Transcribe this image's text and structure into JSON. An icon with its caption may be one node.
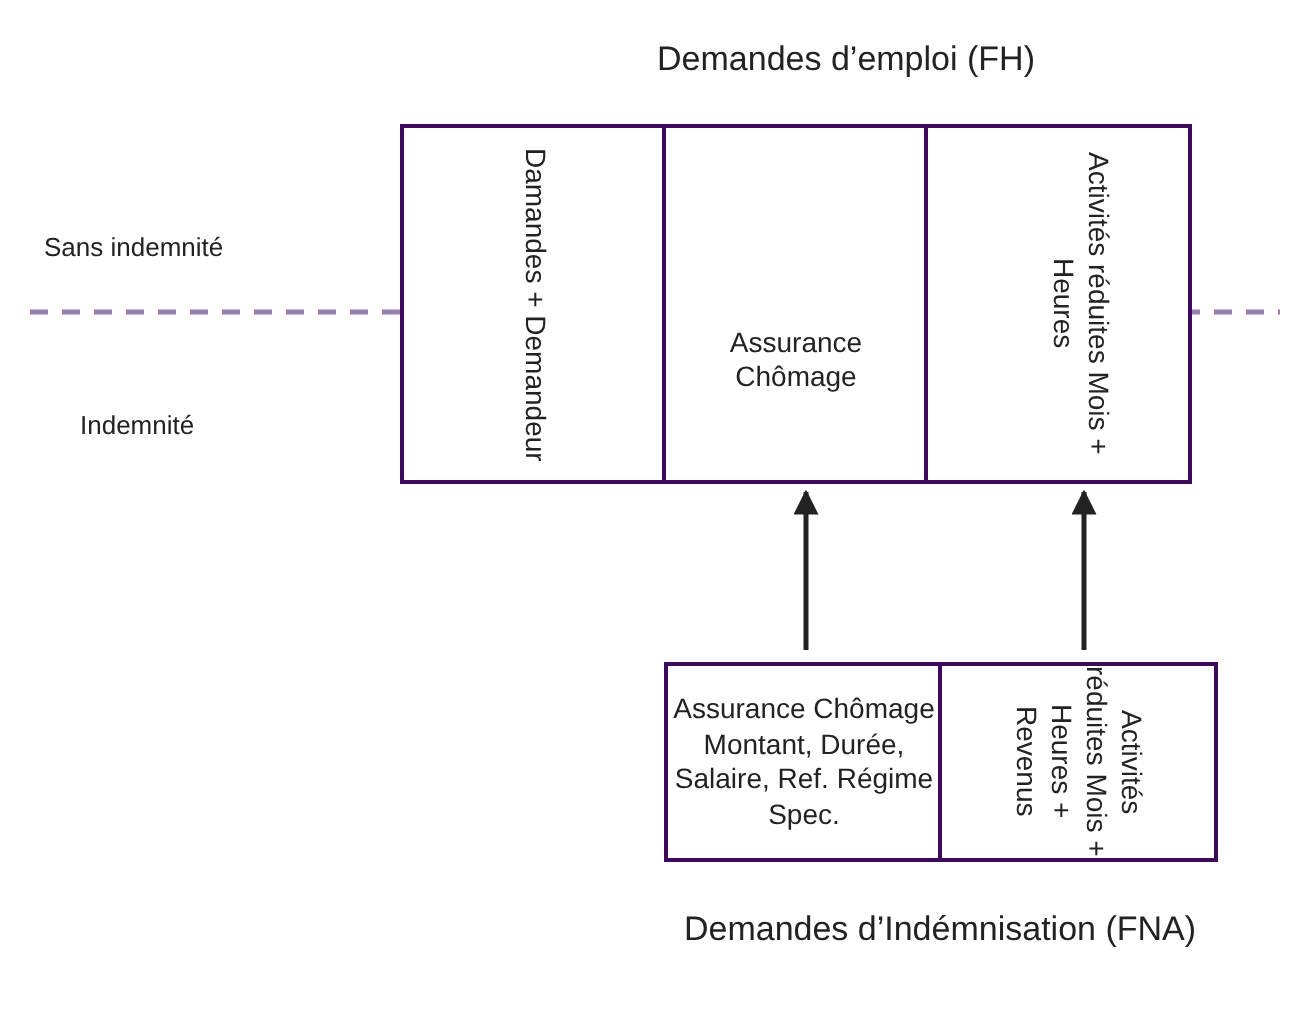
{
  "diagram": {
    "title": "Demandes d’emploi (FH)",
    "nodes": [
      {
        "text": [
          "Damandes + Demandeur"
        ]
      },
      {
        "text": [
          "Assurance Chômage"
        ]
      },
      {
        "text": [
          "Activités réduites Mois + Heures"
        ]
      },
      {
        "text": [
          "Assurance Chômage Montant, Durée, Salaire, Ref. Régime Spec."
        ]
      },
      {
        "text": [
          "Activités réduites Mois + Heures + Revenus"
        ]
      }
    ],
    "edges": [
      {
        "from": 3,
        "to": 1,
        "arrow": "to"
      },
      {
        "from": 4,
        "to": 2,
        "arrow": "to"
      }
    ],
    "labels": [
      "Sans indemnité",
      "Indemnité",
      "Demandes d’Indémnisation (FNA)"
    ]
  }
}
